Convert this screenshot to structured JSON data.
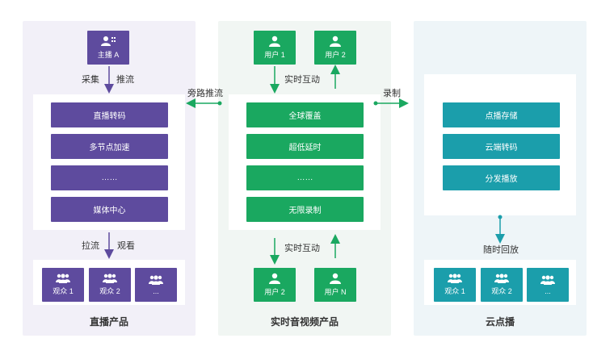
{
  "live": {
    "title": "直播产品",
    "anchor": "主播 A",
    "arrow_left": "采集",
    "arrow_right": "推流",
    "services": [
      "直播转码",
      "多节点加速",
      "……",
      "媒体中心"
    ],
    "bottom_left": "拉流",
    "bottom_right": "观看",
    "viewers": [
      "观众 1",
      "观众 2",
      "..."
    ]
  },
  "rtc": {
    "title": "实时音视频产品",
    "top_users": [
      "用户 1",
      "用户 2"
    ],
    "top_label": "实时互动",
    "services": [
      "全球覆盖",
      "超低延时",
      "……",
      "无限录制"
    ],
    "bottom_label": "实时互动",
    "bottom_users": [
      "用户 2",
      "用户 N"
    ]
  },
  "vod": {
    "title": "云点播",
    "services": [
      "点播存储",
      "云端转码",
      "分发播放"
    ],
    "replay_label": "随时回放",
    "viewers": [
      "观众 1",
      "观众 2",
      "..."
    ]
  },
  "links": {
    "bypass": "旁路推流",
    "record": "录制"
  },
  "colors": {
    "purple": "#5e4b9e",
    "green": "#1aa860",
    "teal": "#1b9eab",
    "panel_left": "#f2f0f8",
    "panel_mid": "#f1f6f3",
    "panel_right": "#eef5f8"
  }
}
